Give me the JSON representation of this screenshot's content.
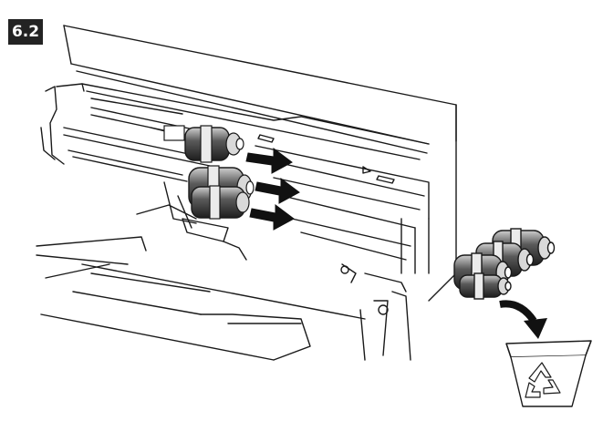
{
  "step": {
    "label": "6.2"
  },
  "figure": {
    "description_icons": [
      "scanner-interior",
      "pick-rollers",
      "remove-arrow",
      "recycle-bin",
      "recycle-symbol"
    ]
  },
  "colors": {
    "stroke": "#1a1a1a",
    "roller_dark": "#2b2b2b",
    "roller_light": "#bdbdbd",
    "arrow": "#111111",
    "badge_bg": "#232323",
    "badge_text": "#ffffff"
  }
}
